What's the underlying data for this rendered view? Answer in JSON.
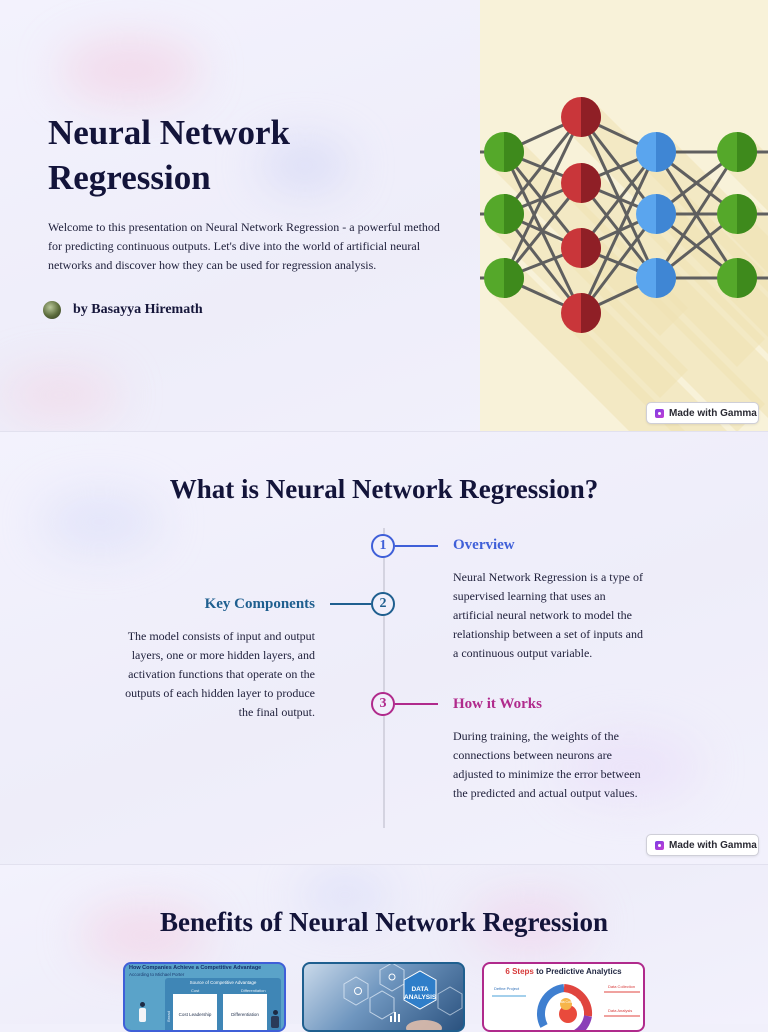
{
  "slide1": {
    "title_line1": "Neural Network",
    "title_line2": "Regression",
    "intro": "Welcome to this presentation on Neural Network Regression - a powerful method for predicting continuous outputs. Let's dive into the world of artificial neural networks and discover how they can be used for regression analysis.",
    "author": "by Basayya Hiremath"
  },
  "badge": {
    "label": "Made with Gamma"
  },
  "slide2": {
    "title": "What is Neural Network Regression?",
    "items": [
      {
        "number": "1",
        "title": "Overview",
        "text": "Neural Network Regression is a type of supervised learning that uses an artificial neural network to model the relationship between a set of inputs and a continuous output variable.",
        "color": "#3f5fd8"
      },
      {
        "number": "2",
        "title": "Key Components",
        "text": "The model consists of input and output layers, one or more hidden layers, and activation functions that operate on the outputs of each hidden layer to produce the final output.",
        "color": "#1f5f8f"
      },
      {
        "number": "3",
        "title": "How it Works",
        "text": "During training, the weights of the connections between neurons are adjusted to minimize the error between the predicted and actual output values.",
        "color": "#b02a8c"
      }
    ]
  },
  "slide3": {
    "title": "Benefits of Neural Network Regression",
    "cards": [
      {
        "heading": "How Companies Achieve a Competitive Advantage",
        "subheading": "According to Michael Porter",
        "box_title": "Source of Competitive Advantage",
        "col1": "Cost",
        "col2": "Differentiation",
        "cell1": "Cost Leadership",
        "cell2": "Differentiation",
        "side": "Broad",
        "border": "#3f5fd8"
      },
      {
        "label_line1": "DATA",
        "label_line2": "ANALYSIS",
        "border": "#1f5f8f"
      },
      {
        "title_number": "6 Steps",
        "title_rest": " to Predictive Analytics",
        "left_label": "Define Project",
        "center_label": "Data Collection",
        "right_top": "Data Collection",
        "right_bottom": "Data Analysis",
        "border": "#b02a8c"
      }
    ]
  },
  "colors": {
    "accent_blue": "#3f5fd8",
    "accent_teal": "#1f5f8f",
    "accent_magenta": "#b02a8c",
    "node_red": "#c9363a",
    "node_blue": "#5aa5ee",
    "node_green": "#55a82a",
    "hero_bg": "#f8f2d9"
  }
}
